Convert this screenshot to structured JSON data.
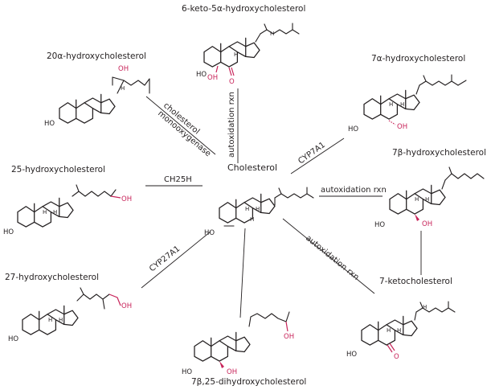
{
  "center": {
    "name": "Cholesterol"
  },
  "molecules": {
    "keto": "6-keto-5α-hydroxycholesterol",
    "h20a": "20α-hydroxycholesterol",
    "h7a": "7α-hydroxycholesterol",
    "h25": "25-hydroxycholesterol",
    "h7b": "7β-hydroxycholesterol",
    "h27": "27-hydroxycholesterol",
    "k7": "7-ketocholesterol",
    "d725": "7β,25-dihydroxycholesterol"
  },
  "reactions": {
    "mono1": "cholesterol",
    "mono2": "monooxygenase",
    "auto_top": "autoxidation rxn",
    "cyp7a1": "CYP7A1",
    "ch25h": "CH25H",
    "auto_right": "autoxidation rxn",
    "cyp27a1": "CYP27A1",
    "auto_diag": "autoxidation rxn"
  },
  "atoms": {
    "ho": "HO",
    "oh": "OH",
    "o": "O",
    "h": "H"
  },
  "colors": {
    "ink": "#231f20",
    "highlight": "#c8245a",
    "background": "#ffffff"
  }
}
